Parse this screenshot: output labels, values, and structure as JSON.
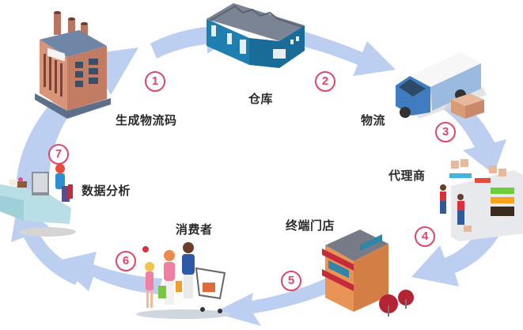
{
  "diagram": {
    "type": "cycle",
    "colors": {
      "arrow": "#b9cdef",
      "step_number": "#e0456a",
      "label": "#2b2b2b"
    },
    "steps": [
      {
        "number": "1",
        "label": "生成物流码",
        "icon": "factory-icon"
      },
      {
        "number": "2",
        "label": "仓库",
        "icon": "warehouse-icon"
      },
      {
        "number": "3",
        "label": "物流",
        "icon": "delivery-van-icon"
      },
      {
        "number": "4",
        "label": "代理商",
        "icon": "distributor-shelf-icon"
      },
      {
        "number": "5",
        "label": "终端门店",
        "icon": "storefront-icon"
      },
      {
        "number": "6",
        "label": "消费者",
        "icon": "shopping-family-icon"
      },
      {
        "number": "7",
        "label": "数据分析",
        "icon": "analyst-desk-icon"
      }
    ]
  }
}
